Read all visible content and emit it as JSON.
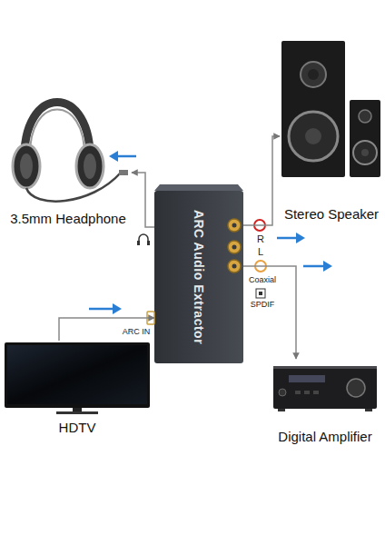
{
  "diagram": {
    "nodes": [
      {
        "text": [
          "3.5mm Headphone"
        ]
      },
      {
        "text": [
          "Stereo Speaker"
        ]
      },
      {
        "text": [
          "ARC Audio Extractor"
        ]
      },
      {
        "text": [
          "HDTV"
        ]
      },
      {
        "text": [
          "Digital Amplifier"
        ]
      }
    ],
    "edges": [
      {
        "from": 2,
        "to": 0,
        "arrow": "to"
      },
      {
        "from": 2,
        "to": 1,
        "arrow": "to"
      },
      {
        "from": 2,
        "to": 4,
        "arrow": "to"
      },
      {
        "from": 3,
        "to": 2,
        "arrow": "to"
      }
    ],
    "labels": [
      "R",
      "L",
      "Coaxial",
      "SPDIF",
      "ARC IN"
    ]
  }
}
